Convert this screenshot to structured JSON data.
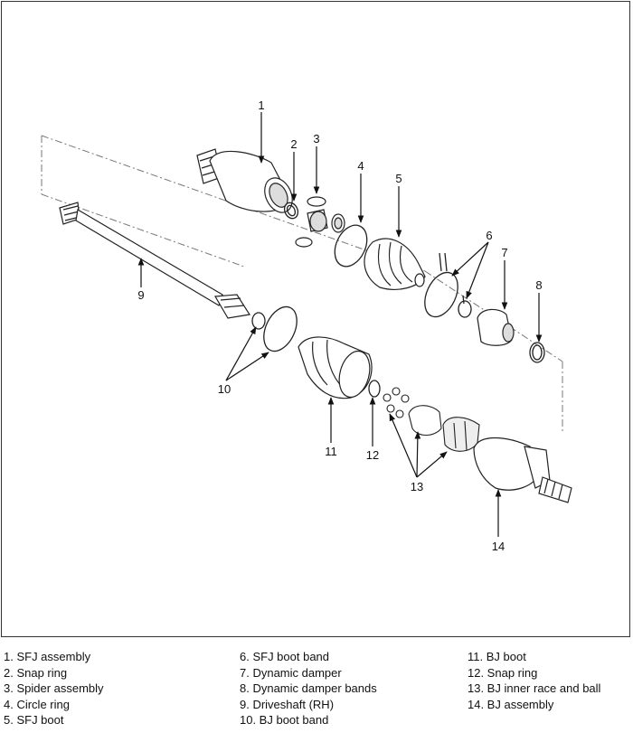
{
  "callouts": {
    "c1": "1",
    "c2": "2",
    "c3": "3",
    "c4": "4",
    "c5": "5",
    "c6": "6",
    "c7": "7",
    "c8": "8",
    "c9": "9",
    "c10": "10",
    "c11": "11",
    "c12": "12",
    "c13": "13",
    "c14": "14"
  },
  "legend": {
    "col1": [
      "1. SFJ assembly",
      "2. Snap ring",
      "3. Spider assembly",
      "4. Circle ring",
      "5. SFJ boot"
    ],
    "col2": [
      "6. SFJ boot band",
      "7. Dynamic damper",
      "8. Dynamic damper bands",
      "9. Driveshaft (RH)",
      "10. BJ boot band"
    ],
    "col3": [
      "11. BJ boot",
      "12. Snap ring",
      "13. BJ inner race and ball",
      "14. BJ assembly"
    ]
  }
}
